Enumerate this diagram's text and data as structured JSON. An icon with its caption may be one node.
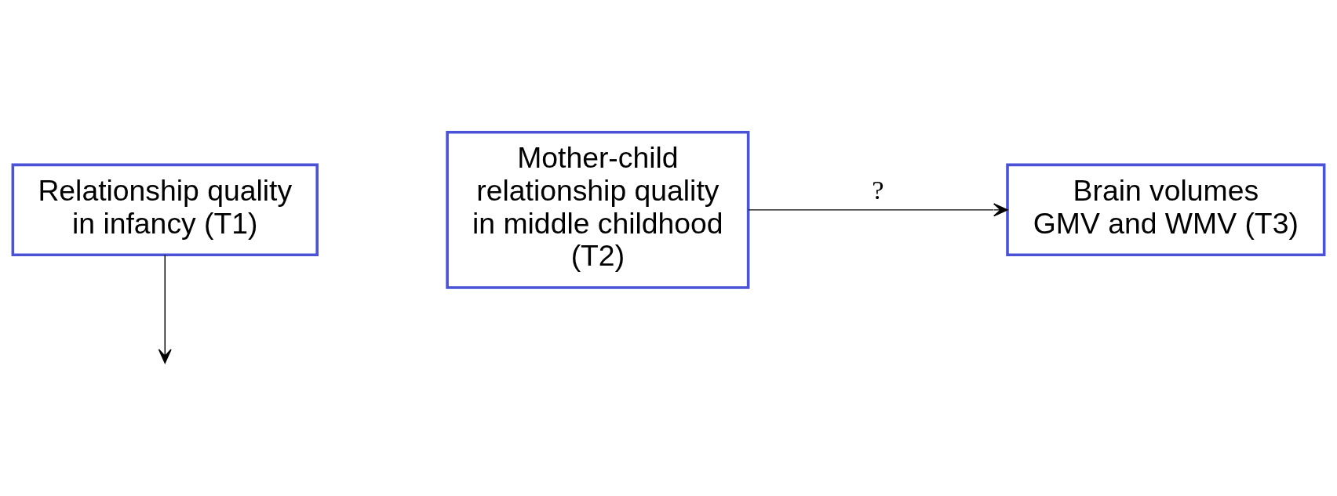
{
  "diagram": {
    "nodes": [
      {
        "text": [
          "Relationship quality in infancy (T1)"
        ]
      },
      {
        "text": [
          "Mother-child relationship quality in middle childhood (T2)"
        ]
      },
      {
        "text": [
          "Brain volumes GMV and WMV (T3)"
        ]
      }
    ],
    "edges": [
      {
        "from": 0,
        "to": null,
        "arrow": "to"
      },
      {
        "from": 1,
        "to": 2,
        "arrow": "to",
        "label": "?"
      }
    ]
  }
}
